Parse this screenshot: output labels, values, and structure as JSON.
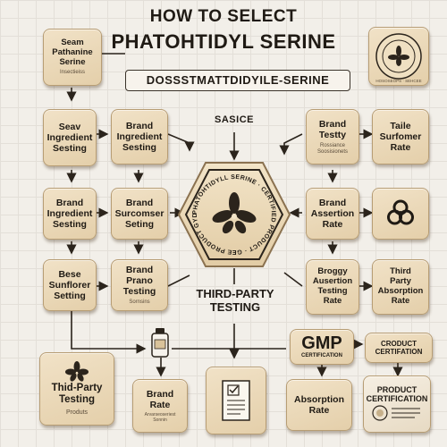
{
  "header": {
    "title_line1": "HOW TO SELECT",
    "title_line2": "PHATOHTIDYL SERINE",
    "banner": "DOSSSTMATTDIDYILE-SERINE"
  },
  "labels": {
    "sasice": "SASICE",
    "third_party_testing": "THIRD-PARTY\nTESTING"
  },
  "tiles": {
    "seam_pathanine": {
      "title": "Seam\nPathanine\nSerine",
      "sub": "Insectieiss"
    },
    "seal_badge": {
      "text": "HOSOSEOPS · SEHCEE"
    },
    "brand_testty": {
      "title": "Brand\nTestty",
      "sub": "Rossiance\nSoosisionets"
    },
    "seav_ingredient": {
      "title": "Seav\nIngredient\nSesting"
    },
    "brand_ingredient_top": {
      "title": "Brand\nIngredient\nSesting"
    },
    "taile_surfomer": {
      "title": "Taile\nSurfomer\nRate"
    },
    "brand_ingredient_mid": {
      "title": "Brand\nIngredient\nSesting"
    },
    "brand_surcomser": {
      "title": "Brand\nSurcomser\nSeting"
    },
    "brand_assertion": {
      "title": "Brand\nAssertion\nRate"
    },
    "bese_sunflorer": {
      "title": "Bese\nSunflorer\nSetting"
    },
    "brand_prano": {
      "title": "Brand\nPrano\nTesting",
      "sub": "Sornsins"
    },
    "broggy_ausertion": {
      "title": "Broggy\nAusertion\nTesting\nRate"
    },
    "third_party_absorption": {
      "title": "Third\nParty\nAbsorption\nRate"
    },
    "gmp": {
      "title": "GMP",
      "sub": "CERTIFICATION"
    },
    "product_certification": {
      "title": "CRODUCT\nCERTIFATION"
    },
    "third_party_products": {
      "title": "Thid-Party\nTesting",
      "sub": "Produts"
    },
    "brand_rate": {
      "title": "Brand\nRate",
      "sub": "Arvarseoseriest\nSonnin"
    },
    "absorption_rate": {
      "title": "Absorption\nRate"
    },
    "product_certification_doc": {
      "title": "PRODUCT\nCERTIFICATION"
    }
  },
  "center": {
    "ring_text": "PHATOHTIDYLL SERINE · CERTIFIED PRODUCT · GEE PRODUCT GYD"
  },
  "colors": {
    "tile": "#e9d6b5",
    "tile_border": "#b79d74",
    "background": "#f2efe9",
    "ink": "#1f1a14",
    "arrow": "#2b241c"
  }
}
